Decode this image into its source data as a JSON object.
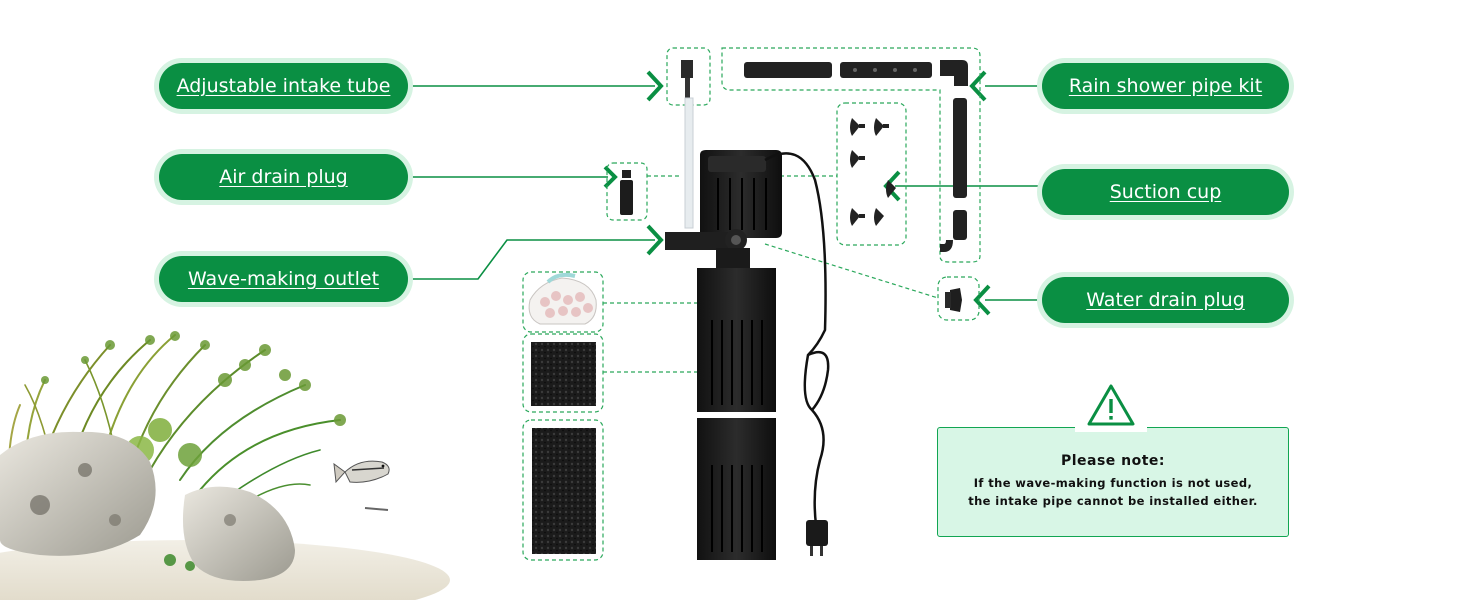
{
  "labels": {
    "adjustable_intake_tube": "Adjustable intake tube",
    "air_drain_plug": "Air drain plug",
    "wave_making_outlet": "Wave-making outlet",
    "rain_shower_pipe_kit": "Rain shower pipe kit",
    "suction_cup": "Suction cup",
    "water_drain_plug": "Water drain plug"
  },
  "note": {
    "title": "Please note:",
    "line1": "If the wave-making function is not used,",
    "line2": "the intake pipe cannot be installed either."
  },
  "icons": [
    "warning-triangle-icon",
    "chevron-right-icon",
    "chevron-left-icon"
  ],
  "colors": {
    "accent_green": "#0a8f43",
    "pill_halo": "#d6f3e2",
    "note_background": "#d8f6e6",
    "dashed_border": "#2aa85b",
    "product_black": "#1a1a1a"
  }
}
